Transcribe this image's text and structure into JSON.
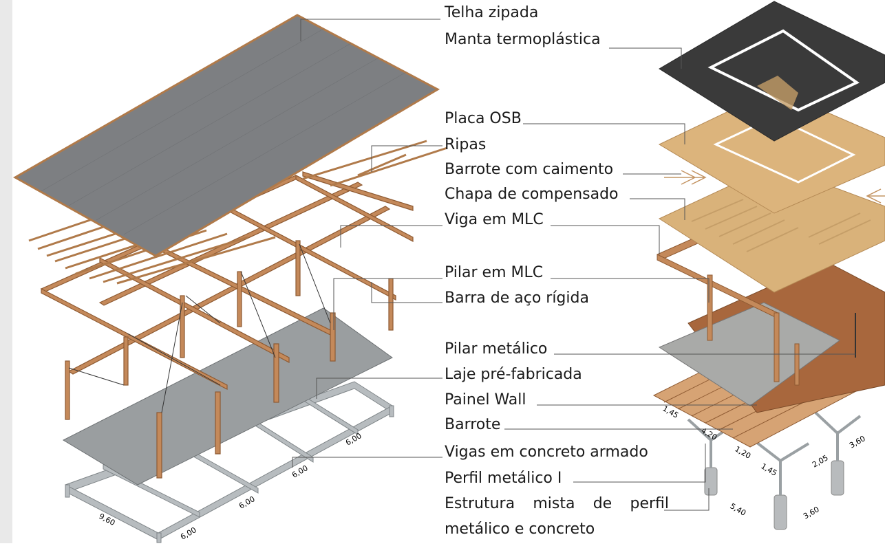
{
  "labels": [
    {
      "id": "telha",
      "text": "Telha zipada"
    },
    {
      "id": "manta",
      "text": "Manta termoplástica"
    },
    {
      "id": "osb",
      "text": "Placa OSB"
    },
    {
      "id": "ripas",
      "text": "Ripas"
    },
    {
      "id": "barrote_caimento",
      "text": "Barrote com caimento"
    },
    {
      "id": "compensado",
      "text": "Chapa de compensado"
    },
    {
      "id": "viga_mlc",
      "text": "Viga em MLC"
    },
    {
      "id": "pilar_mlc",
      "text": "Pilar em MLC"
    },
    {
      "id": "barra_aco",
      "text": "Barra de aço rígida"
    },
    {
      "id": "pilar_metalico",
      "text": "Pilar metálico"
    },
    {
      "id": "laje",
      "text": "Laje pré-fabricada"
    },
    {
      "id": "painel_wall",
      "text": "Painel Wall"
    },
    {
      "id": "barrote",
      "text": "Barrote"
    },
    {
      "id": "vigas_concreto",
      "text": "Vigas em concreto armado"
    },
    {
      "id": "perfil_i",
      "text": "Perfil metálico I"
    },
    {
      "id": "estrutura_mista_1",
      "text": "Estrutura mista de perfil"
    },
    {
      "id": "estrutura_mista_2",
      "text": "metálico e concreto"
    }
  ],
  "dimensions_left": [
    "6,00",
    "6,00",
    "6,00",
    "6,00",
    "9,60"
  ],
  "dimensions_right": [
    "1,45",
    "4,20",
    "1,20",
    "1,45",
    "2,05",
    "3,60",
    "5,40",
    "3,60"
  ],
  "colors": {
    "roof": "#7d7f82",
    "roof_edge": "#b07a4a",
    "wood": "#c4895a",
    "wood_dark": "#8e5a32",
    "slab": "#9a9ea0",
    "steel": "#b7bcbf",
    "dark_membrane": "#3a3a3a",
    "osb": "#d9b27a",
    "concrete_panel": "#a9aaa8",
    "deck": "#a8673d",
    "leader": "#555555"
  }
}
